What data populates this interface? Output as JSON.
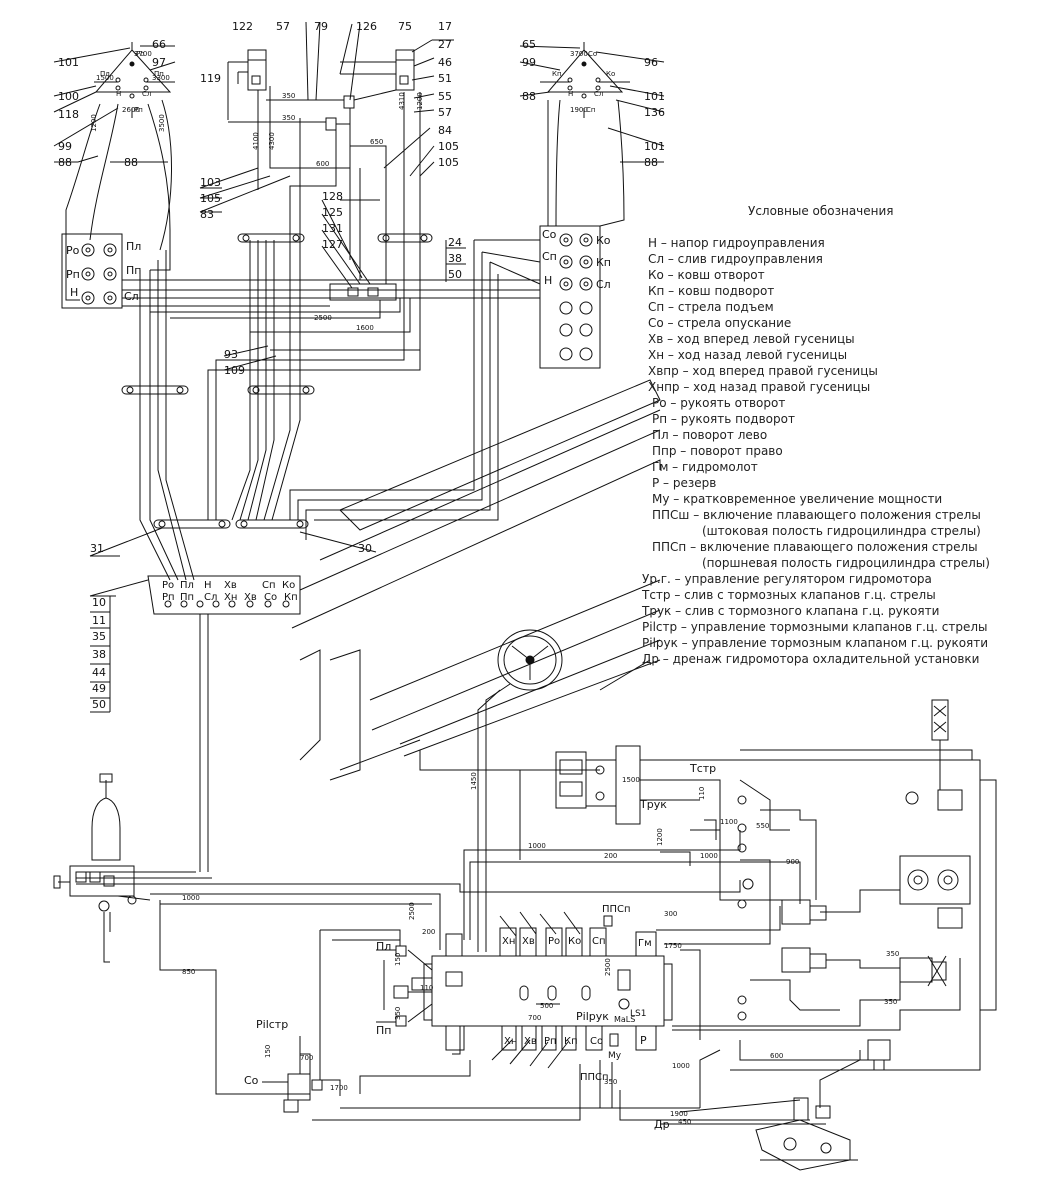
{
  "legend": {
    "title": "Условные обозначения",
    "items": [
      "Н – напор гидроуправления",
      "Сл – слив гидроуправления",
      "Ко – ковш отворот",
      "Кп – ковш подворот",
      "Сп – стрела подъем",
      "Со – стрела опускание",
      "Хв – ход вперед левой гусеницы",
      "Хн – ход назад левой гусеницы",
      "Хвпр – ход вперед правой гусеницы",
      "Хнпр – ход назад правой гусеницы",
      "Ро – рукоять отворот",
      "Рп – рукоять подворот",
      "Пл – поворот лево",
      "Ппр – поворот право",
      "Гм – гидромолот",
      "Р – резерв",
      "Му – кратковременное увеличение мощности",
      "ППСш – включение плавающего положения стрелы",
      "(штоковая полость гидроцилиндра стрелы)",
      "ППСп – включение плавающего положения стрелы",
      "(поршневая полость гидроцилиндра стрелы)",
      "Ур.г. – управление регулятором гидромотора",
      "Тстр – слив с тормозных клапанов г.ц. стрелы",
      "Трук – слив с тормозного клапана г.ц. рукояти",
      "Рilстр – управление тормозными клапанов г.ц. стрелы",
      "Рilрук – управление тормозным клапаном г.ц. рукояти",
      "Др – дренаж гидромотора охладительной установки"
    ]
  },
  "callouts_left_joystick": [
    "101",
    "100",
    "118",
    "99",
    "88",
    "66",
    "97",
    "88"
  ],
  "callouts_top_center": [
    "122",
    "57",
    "119",
    "79",
    "126",
    "75",
    "17",
    "27",
    "46",
    "51",
    "55",
    "57",
    "84",
    "105",
    "105"
  ],
  "callouts_mid_left": [
    "103",
    "105",
    "83",
    "93",
    "109",
    "31",
    "30"
  ],
  "callouts_center": [
    "128",
    "125",
    "131",
    "127",
    "24",
    "38",
    "50"
  ],
  "callouts_right_joystick": [
    "65",
    "99",
    "88",
    "96",
    "101",
    "136",
    "101",
    "88"
  ],
  "callouts_bottom_left": [
    "10",
    "11",
    "35",
    "38",
    "44",
    "49",
    "50"
  ],
  "port_labels_left_block": [
    "Ро",
    "Пл",
    "Рп",
    "Пп",
    "Н",
    "Сл"
  ],
  "port_labels_right_block": [
    "Со",
    "Ко",
    "Сп",
    "Кп",
    "Н",
    "Сл"
  ],
  "manifold_top_labels": [
    "Ро",
    "Пл",
    "Н",
    "Хв",
    "Сп",
    "Ко"
  ],
  "manifold_bottom_labels": [
    "Рп",
    "Пп",
    "Сл",
    "Хн",
    "Хв",
    "Со",
    "Кп"
  ],
  "joystick_left_labels": [
    "Ро",
    "Пл",
    "Пп",
    "Н",
    "Сл",
    "Рп"
  ],
  "joystick_right_labels": [
    "Со",
    "Кп",
    "Ко",
    "Н",
    "Сл",
    "Сп"
  ],
  "valve_top_labels": [
    "Пл",
    "Хн",
    "Хв",
    "Ро",
    "Ко",
    "Сп",
    "ППСп",
    "Гм"
  ],
  "valve_bottom_labels": [
    "Пп",
    "Хн",
    "Хв",
    "Рп",
    "Кп",
    "Со",
    "Р",
    "Му",
    "Рilрук",
    "МаLS",
    "ППСп"
  ],
  "misc_labels": [
    "Тстр",
    "Трук",
    "Рilстр",
    "Со",
    "Др",
    "LS1"
  ],
  "dimensions": [
    "3700",
    "1500",
    "3300",
    "350",
    "350",
    "650",
    "600",
    "4100",
    "4300",
    "4310",
    "1200",
    "1200",
    "3500",
    "2600",
    "3700",
    "1900",
    "2500",
    "1600",
    "1450",
    "1000",
    "200",
    "1000",
    "900",
    "300",
    "1750",
    "1000",
    "850",
    "200",
    "110",
    "500",
    "2500",
    "700",
    "700",
    "1700",
    "350",
    "1000",
    "1900",
    "450",
    "350",
    "350",
    "600",
    "1500",
    "110",
    "1100",
    "1200",
    "2500",
    "150",
    "150",
    "350",
    "550"
  ]
}
